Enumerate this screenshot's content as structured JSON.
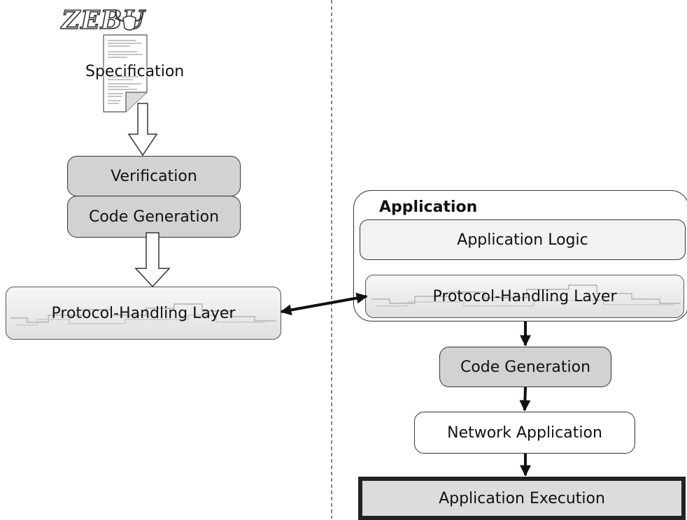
{
  "logo": {
    "text": "ZEBU"
  },
  "specification": {
    "label": "Specification"
  },
  "left_stack": {
    "verification": "Verification",
    "code_generation": "Code Generation",
    "protocol_layer": "Protocol-Handling Layer"
  },
  "application": {
    "title": "Application",
    "logic": "Application Logic",
    "protocol_layer": "Protocol-Handling Layer"
  },
  "right_flow": {
    "code_generation": "Code Generation",
    "network_application": "Network Application",
    "execution": "Application Execution"
  }
}
